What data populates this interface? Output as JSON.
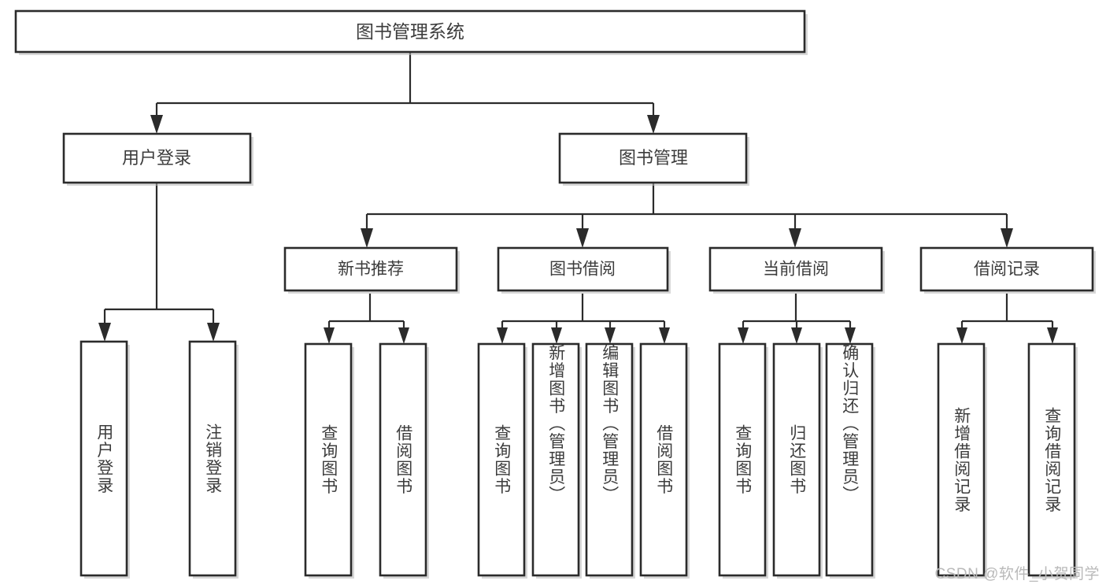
{
  "diagram": {
    "title": "图书管理系统",
    "type": "tree",
    "watermark": "CSDN @软件_小贺同学",
    "colors": {
      "box_stroke": "#2b2b2b",
      "box_fill": "#ffffff",
      "text": "#3c3c3c",
      "shadow": "#b8b8b8",
      "watermark": "#b9b9b9",
      "background": "#ffffff"
    },
    "root": {
      "label": "图书管理系统"
    },
    "level2": [
      {
        "label": "用户登录"
      },
      {
        "label": "图书管理"
      }
    ],
    "level3": [
      {
        "label": "新书推荐"
      },
      {
        "label": "图书借阅"
      },
      {
        "label": "当前借阅"
      },
      {
        "label": "借阅记录"
      }
    ],
    "leaves": {
      "user_login": [
        {
          "label": "用户登录"
        },
        {
          "label": "注销登录"
        }
      ],
      "new_book_recommend": [
        {
          "label": "查询图书"
        },
        {
          "label": "借阅图书"
        }
      ],
      "book_borrow": [
        {
          "label": "查询图书"
        },
        {
          "label": "新增图书（管理员）"
        },
        {
          "label": "编辑图书（管理员）"
        },
        {
          "label": "借阅图书"
        }
      ],
      "current_borrow": [
        {
          "label": "查询图书"
        },
        {
          "label": "归还图书"
        },
        {
          "label": "确认归还（管理员）"
        }
      ],
      "borrow_record": [
        {
          "label": "新增借阅记录"
        },
        {
          "label": "查询借阅记录"
        }
      ]
    }
  },
  "chart_data": {
    "type": "table",
    "title": "图书管理系统 功能结构图",
    "nodes": [
      {
        "id": "root",
        "label": "图书管理系统",
        "level": 1,
        "parent": null
      },
      {
        "id": "user-login",
        "label": "用户登录",
        "level": 2,
        "parent": "root"
      },
      {
        "id": "book-manage",
        "label": "图书管理",
        "level": 2,
        "parent": "root"
      },
      {
        "id": "leaf-user-login",
        "label": "用户登录",
        "level": 3,
        "parent": "user-login"
      },
      {
        "id": "leaf-user-logout",
        "label": "注销登录",
        "level": 3,
        "parent": "user-login"
      },
      {
        "id": "new-book",
        "label": "新书推荐",
        "level": 3,
        "parent": "book-manage"
      },
      {
        "id": "book-borrow",
        "label": "图书借阅",
        "level": 3,
        "parent": "book-manage"
      },
      {
        "id": "current-borrow",
        "label": "当前借阅",
        "level": 3,
        "parent": "book-manage"
      },
      {
        "id": "borrow-record",
        "label": "借阅记录",
        "level": 3,
        "parent": "book-manage"
      },
      {
        "id": "nb-query",
        "label": "查询图书",
        "level": 4,
        "parent": "new-book"
      },
      {
        "id": "nb-borrow",
        "label": "借阅图书",
        "level": 4,
        "parent": "new-book"
      },
      {
        "id": "bb-query",
        "label": "查询图书",
        "level": 4,
        "parent": "book-borrow"
      },
      {
        "id": "bb-add",
        "label": "新增图书（管理员）",
        "level": 4,
        "parent": "book-borrow"
      },
      {
        "id": "bb-edit",
        "label": "编辑图书（管理员）",
        "level": 4,
        "parent": "book-borrow"
      },
      {
        "id": "bb-borrow",
        "label": "借阅图书",
        "level": 4,
        "parent": "book-borrow"
      },
      {
        "id": "cb-query",
        "label": "查询图书",
        "level": 4,
        "parent": "current-borrow"
      },
      {
        "id": "cb-return",
        "label": "归还图书",
        "level": 4,
        "parent": "current-borrow"
      },
      {
        "id": "cb-confirm",
        "label": "确认归还（管理员）",
        "level": 4,
        "parent": "current-borrow"
      },
      {
        "id": "br-add",
        "label": "新增借阅记录",
        "level": 4,
        "parent": "borrow-record"
      },
      {
        "id": "br-query",
        "label": "查询借阅记录",
        "level": 4,
        "parent": "borrow-record"
      }
    ]
  }
}
